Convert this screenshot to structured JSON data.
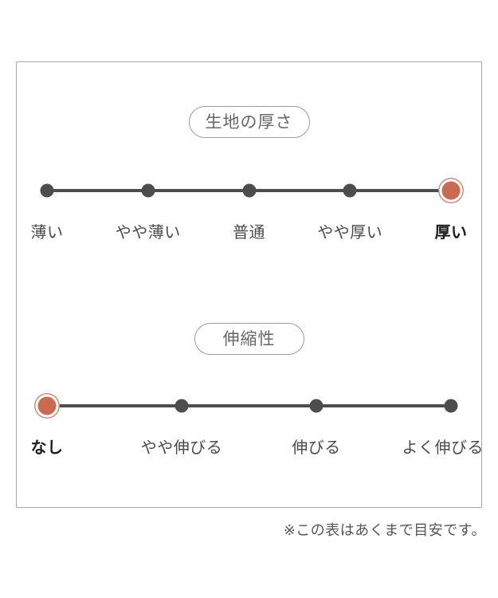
{
  "colors": {
    "accent": "#c96a51",
    "accent_ring": "#d08e7c",
    "track": "#4d4d4d",
    "label": "#4a4a4a",
    "label_selected": "#1c1c1c",
    "pill_border": "#9b9b9b",
    "pill_text": "#666666",
    "panel_border": "#a8a8a8",
    "note_text": "#555555"
  },
  "scales": [
    {
      "title": "生地の厚さ",
      "options": [
        {
          "label": "薄い",
          "selected": false
        },
        {
          "label": "やや薄い",
          "selected": false
        },
        {
          "label": "普通",
          "selected": false
        },
        {
          "label": "やや厚い",
          "selected": false
        },
        {
          "label": "厚い",
          "selected": true
        }
      ]
    },
    {
      "title": "伸縮性",
      "options": [
        {
          "label": "なし",
          "selected": true
        },
        {
          "label": "やや伸びる",
          "selected": false
        },
        {
          "label": "伸びる",
          "selected": false
        },
        {
          "label": "よく伸びる",
          "selected": false
        }
      ]
    }
  ],
  "note": "※この表はあくまで目安です。"
}
